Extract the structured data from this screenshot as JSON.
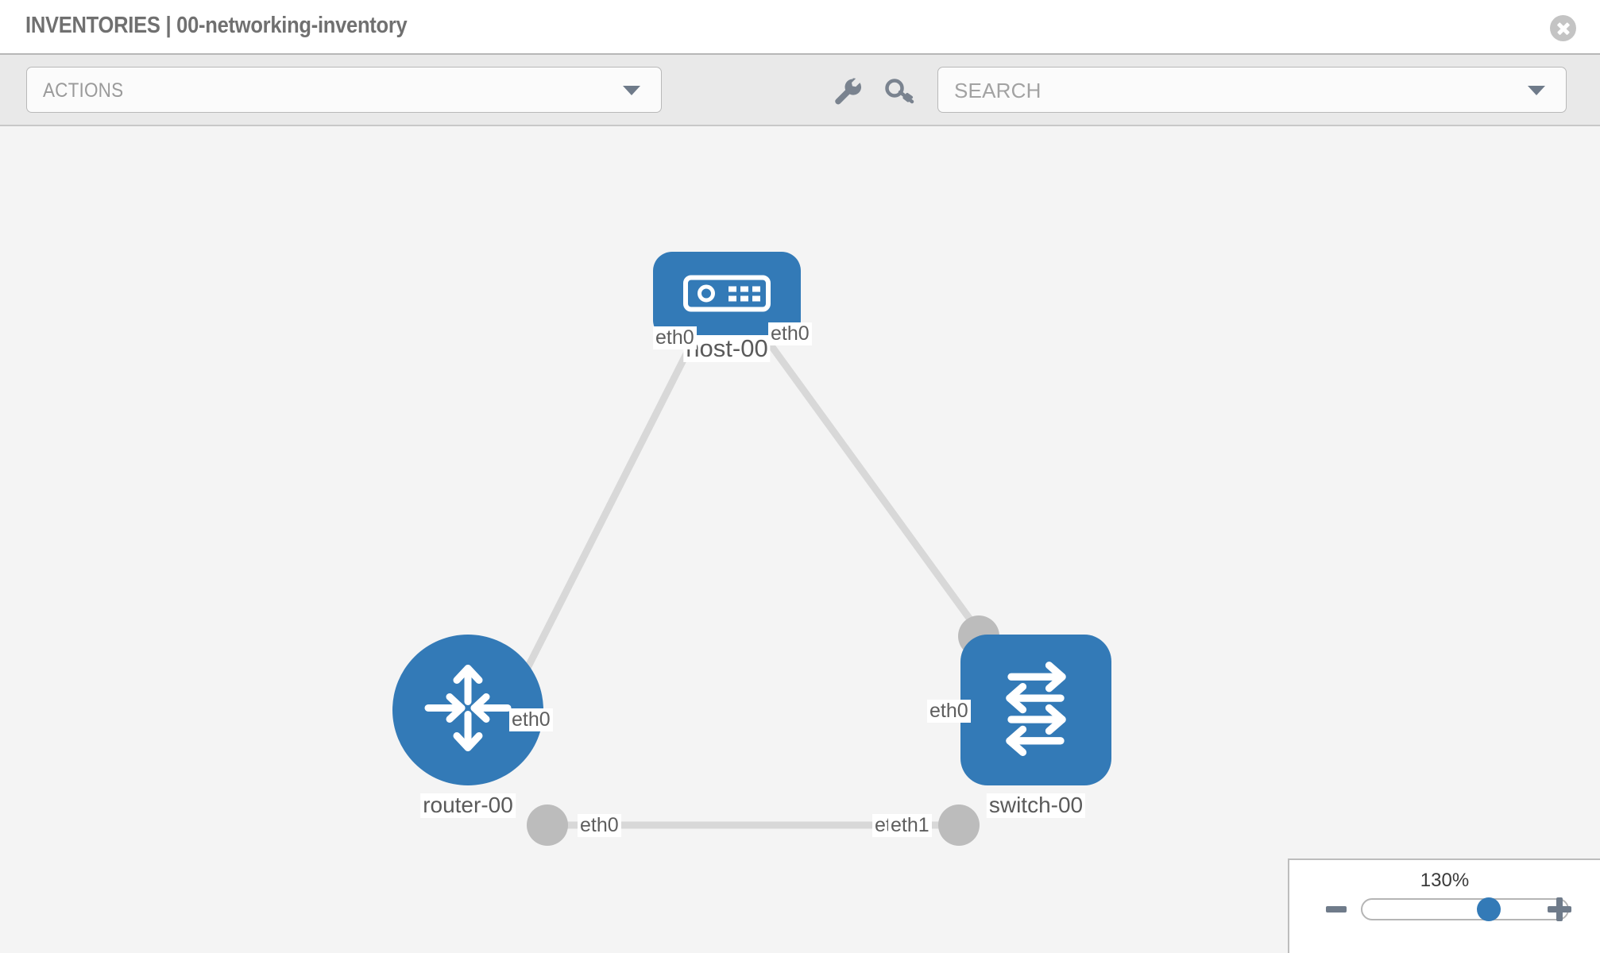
{
  "header": {
    "title": "INVENTORIES | 00-networking-inventory",
    "close_label": "✕"
  },
  "toolbar": {
    "actions_label": "ACTIONS",
    "search_placeholder": "SEARCH",
    "search_value": "",
    "wrench_icon": "wrench-icon",
    "key_icon": "key-icon",
    "caret_icon": "chevron-down-icon"
  },
  "topology": {
    "nodes": [
      {
        "id": "host-00",
        "label": "host-00",
        "type": "host",
        "icon": "server-icon",
        "color": "#337ab7"
      },
      {
        "id": "router-00",
        "label": "router-00",
        "type": "router",
        "icon": "router-arrows-icon",
        "color": "#337ab7"
      },
      {
        "id": "switch-00",
        "label": "switch-00",
        "type": "switch",
        "icon": "switch-arrows-icon",
        "color": "#337ab7"
      }
    ],
    "links": [
      {
        "from": "host-00",
        "from_iface": "eth0",
        "to": "router-00",
        "to_iface": "eth0"
      },
      {
        "from": "host-00",
        "from_iface": "eth0",
        "to": "switch-00",
        "to_iface": "eth0"
      },
      {
        "from": "router-00",
        "from_iface": "eth0",
        "to": "switch-00",
        "to_iface": "eth1"
      }
    ],
    "edge_labels": [
      {
        "name": "host-left-iface",
        "text": "eth0"
      },
      {
        "name": "host-right-iface",
        "text": "eth0"
      },
      {
        "name": "router-up-iface",
        "text": "eth0"
      },
      {
        "name": "switch-up-iface",
        "text": "eth0"
      },
      {
        "name": "router-right-iface",
        "text": "eth0"
      },
      {
        "name": "switch-left-iface-a",
        "text": "eth0"
      },
      {
        "name": "switch-left-iface-b",
        "text": "eth1"
      }
    ],
    "link_color": "#d6d6d6",
    "connector_color": "#bcbcbc"
  },
  "zoom": {
    "value": "130%",
    "minus_label": "−",
    "plus_label": "+",
    "slider_percent": 55
  }
}
